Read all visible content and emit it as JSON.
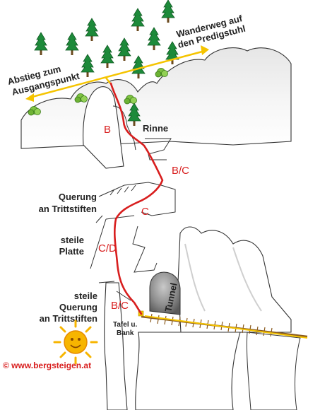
{
  "topo": {
    "labels": {
      "descent_line1": "Abstieg zum",
      "descent_line2": "Ausgangspunkt",
      "hike_line1": "Wanderweg auf",
      "hike_line2": "den Predigstuhl",
      "gully": "Rinne",
      "traverse_line1": "Querung",
      "traverse_line2": "an Trittstiften",
      "slab_line1": "steile",
      "slab_line2": "Platte",
      "steep_traverse_line1": "steile",
      "steep_traverse_line2": "Querung",
      "steep_traverse_line3": "an Trittstiften",
      "tunnel": "Tunnel",
      "sign_line1": "Tafel u.",
      "sign_line2": "Bank"
    },
    "grades": {
      "top": "B",
      "upper": "B/C",
      "middle": "C",
      "lower": "C/D",
      "bottom": "B/C"
    },
    "credit": "© www.bergsteigen.at",
    "colors": {
      "route": "#d81e1e",
      "path": "#f5c400",
      "tree": "#1d8a3a",
      "trunk": "#6b4a1e",
      "rock_line": "#333333",
      "rock_shade": "#cfcfcf",
      "sun": "#f7b500",
      "ladder": "#8a5a1e"
    },
    "icons": {
      "trees": "pine-tree-icon",
      "bush": "bush-icon",
      "sun": "sun-icon"
    }
  }
}
